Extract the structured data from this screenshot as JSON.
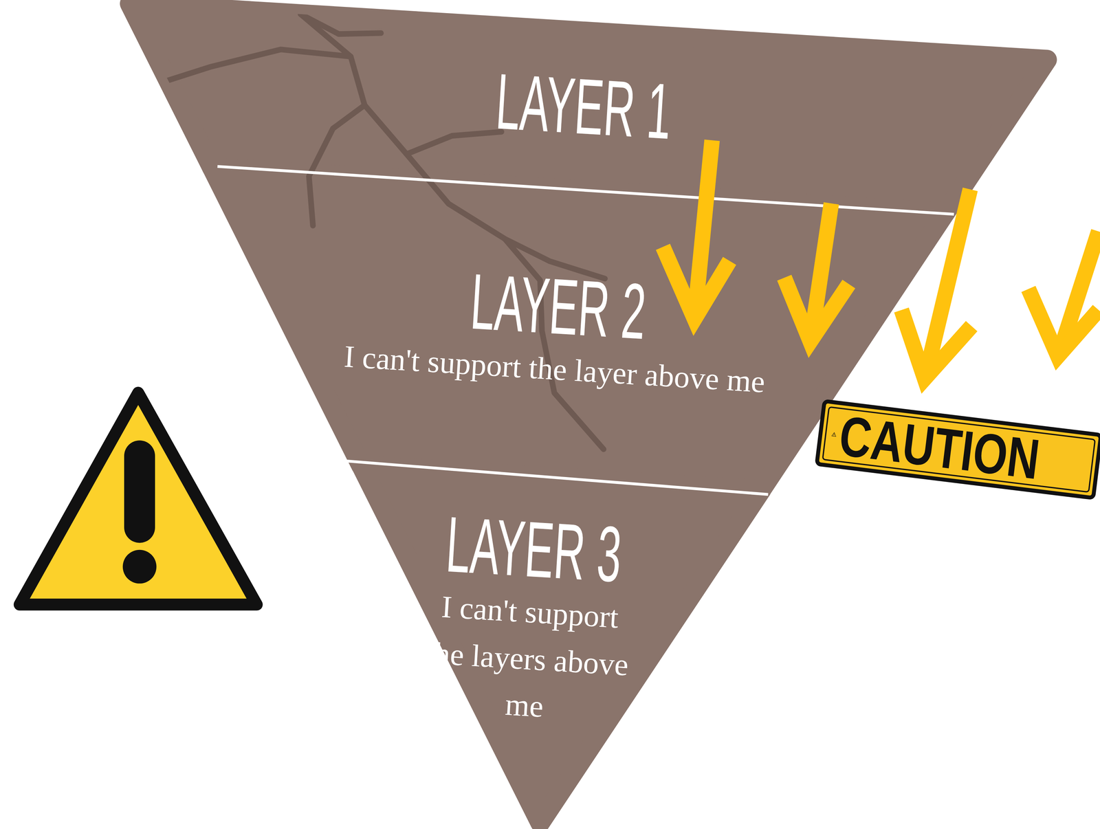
{
  "diagram": {
    "nodes": [
      {
        "text": [
          "LAYER 1"
        ]
      },
      {
        "text": [
          "LAYER 2",
          "I can't support the layer above me"
        ]
      },
      {
        "text": [
          "LAYER 3",
          "I can't support the layers above me"
        ]
      }
    ],
    "labels": [
      "CAUTION"
    ]
  }
}
